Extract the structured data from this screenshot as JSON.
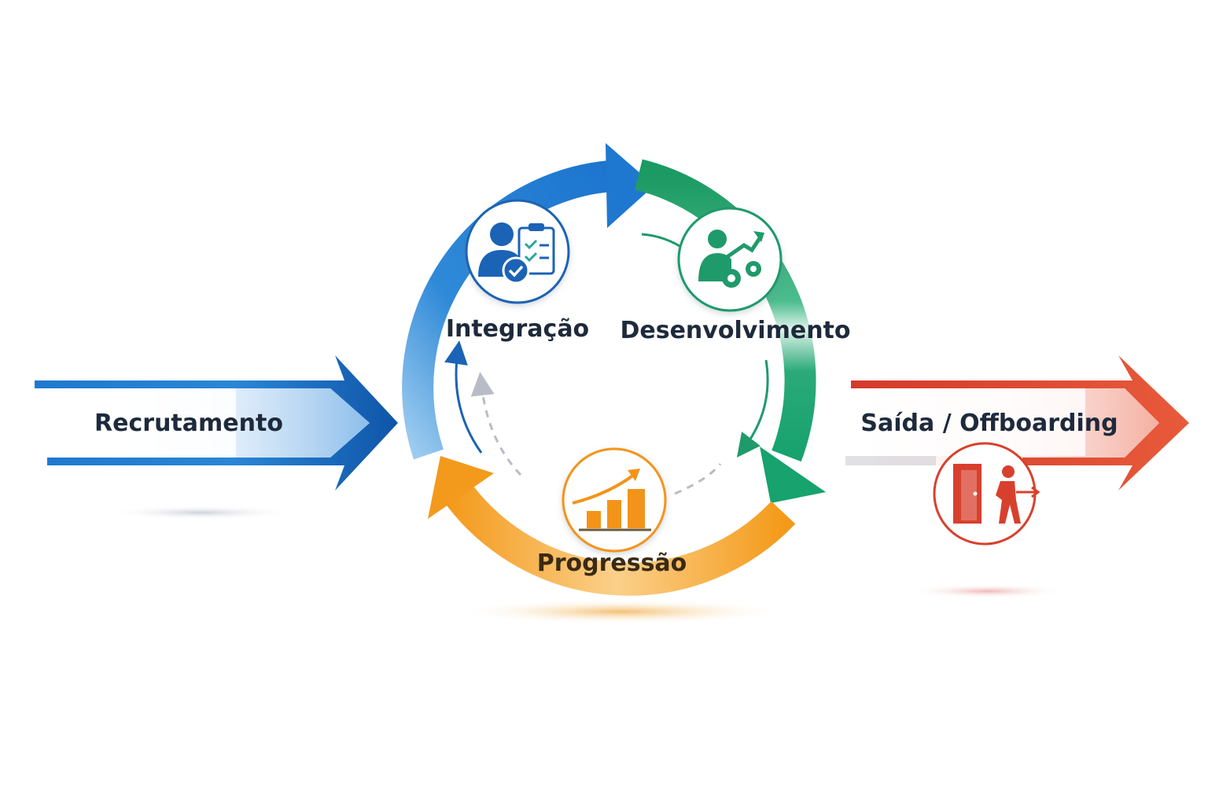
{
  "stages": {
    "recruitment": {
      "label": "Recrutamento",
      "color": "#1f6fc4",
      "icon": "arrow-in"
    },
    "integration": {
      "label": "Integração",
      "color": "#1b63b5",
      "icon": "person-checklist-icon"
    },
    "development": {
      "label": "Desenvolvimento",
      "color": "#1f9a6b",
      "icon": "growth-gears-icon"
    },
    "progression": {
      "label": "Progressão",
      "color": "#f3941a",
      "icon": "bar-chart-growth-icon"
    },
    "exit": {
      "label": "Saída / Offboarding",
      "color": "#d8402e",
      "icon": "exit-door-icon"
    }
  },
  "colors": {
    "text": "#1e2a3c",
    "progression_text": "#3a2a14",
    "dashed": "#b8bcc6"
  }
}
